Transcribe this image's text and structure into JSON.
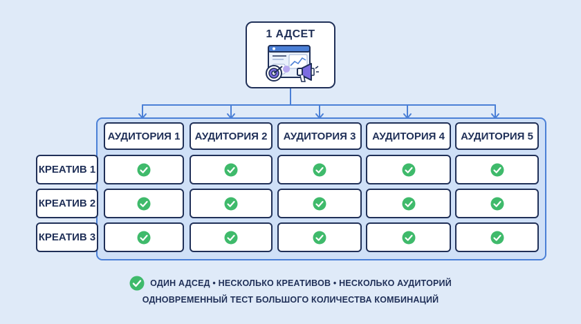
{
  "adset": {
    "title": "1 АДСЕТ"
  },
  "audiences": [
    "АУДИТОРИЯ 1",
    "АУДИТОРИЯ 2",
    "АУДИТОРИЯ 3",
    "АУДИТОРИЯ 4",
    "АУДИТОРИЯ 5"
  ],
  "creatives": [
    "КРЕАТИВ 1",
    "КРЕАТИВ 2",
    "КРЕАТИВ 3"
  ],
  "matrix": [
    [
      true,
      true,
      true,
      true,
      true
    ],
    [
      true,
      true,
      true,
      true,
      true
    ],
    [
      true,
      true,
      true,
      true,
      true
    ]
  ],
  "legend": {
    "line1": "ОДИН АДСЕД • НЕСКОЛЬКО КРЕАТИВОВ • НЕСКОЛЬКО АУДИТОРИЙ",
    "line2": "ОДНОВРЕМЕННЫЙ ТЕСТ БОЛЬШОГО КОЛИЧЕСТВА КОМБИНАЦИЙ"
  },
  "colors": {
    "background": "#dfeaf8",
    "navy": "#1f2f57",
    "accent_blue": "#4a7fd6",
    "check_green": "#3fba6b"
  },
  "icons": [
    "browser-window-icon",
    "target-icon",
    "megaphone-icon",
    "check-circle-icon"
  ]
}
